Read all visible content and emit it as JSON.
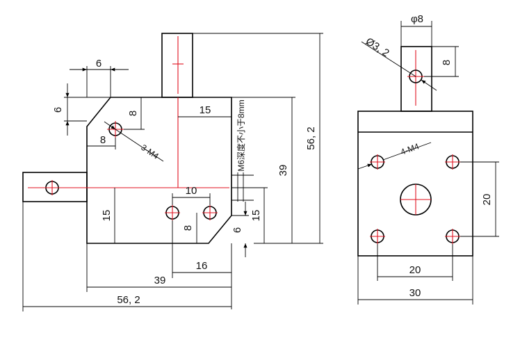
{
  "colors": {
    "outline": "#000000",
    "centerline": "#e0101e",
    "background": "#ffffff"
  },
  "front_view": {
    "dims": {
      "chamfer_w": "6",
      "chamfer_h": "6",
      "hole_v": "8",
      "hole_h": "8",
      "top_right": "15",
      "thread": "3-M4",
      "height_mid": "39",
      "height_total": "56, 2",
      "depth_note": "M6深度不小于8mm",
      "pair_spacing": "10",
      "pair_v": "8",
      "right_15": "15",
      "bottom_chamfer": "6",
      "left_15": "15",
      "bottom_16": "16",
      "bottom_39": "39",
      "bottom_56": "56, 2"
    }
  },
  "side_view": {
    "dims": {
      "shaft_dia": "φ8",
      "hole_dia": "Ø3, 2",
      "shaft_hole": "8",
      "thread": "4-M4",
      "vert_20": "20",
      "horiz_20": "20",
      "width_30": "30"
    }
  }
}
